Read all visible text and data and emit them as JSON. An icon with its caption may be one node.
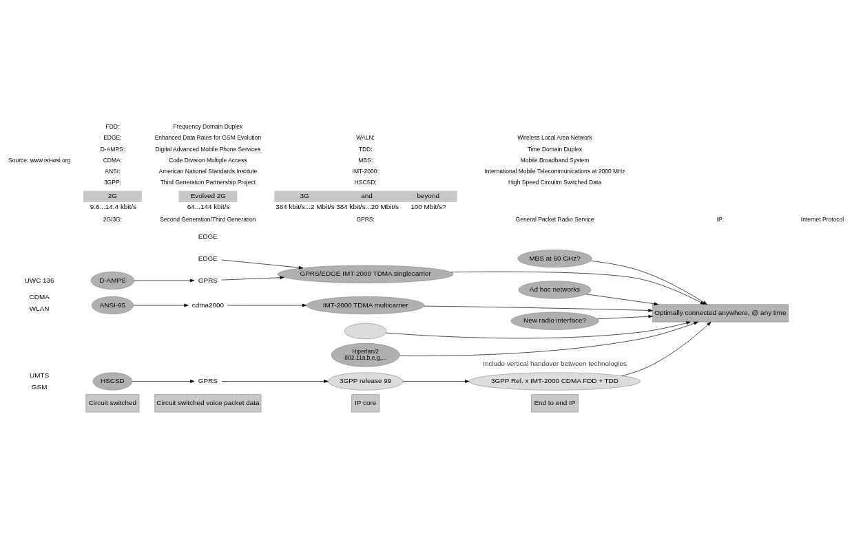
{
  "diagram": {
    "nodes": [
      {
        "text": [
          "Circuit switched"
        ]
      },
      {
        "text": [
          "Circuit switched voice packet data"
        ]
      },
      {
        "text": [
          "IP core"
        ]
      },
      {
        "text": [
          "End to end IP"
        ]
      },
      {
        "text": [
          "3GPP release 99"
        ]
      },
      {
        "text": [
          "3GPP Rel. x IMT-2000 CDMA FDD + TDD"
        ]
      },
      {
        "text": [
          "MBS at 60 GHz?"
        ]
      },
      {
        "text": [
          "HSCSD"
        ]
      },
      {
        "text": [
          "GPRS"
        ]
      },
      {
        "text": [
          "EDGE"
        ]
      },
      {
        "text": [
          "GPRS/EDGE IMT-2000 TDMA singlecarrier"
        ]
      },
      {
        "text": [
          "Optimally connected anywhere, @ any time"
        ]
      },
      {
        "text": [
          "D-AMPS"
        ]
      },
      {
        "text": [
          "GPRS"
        ]
      },
      {
        "text": [
          "EDGE"
        ]
      },
      {
        "text": [
          "Ad hoc networks"
        ]
      },
      {
        "text": [
          "ANSI-95"
        ]
      },
      {
        "text": [
          "cdma2000"
        ]
      },
      {
        "text": [
          "IMT-2000 TDMA multicarrier"
        ]
      },
      {
        "text": [
          "New radio interface?"
        ]
      },
      {
        "text": [],
        "shape": "ellipse"
      },
      {
        "text": [
          "Hiperlan/2",
          "802.11a,b,e,g,..."
        ]
      },
      {
        "text": [
          "2G"
        ],
        "beside": [
          "9.6...14.4 kbit/s"
        ]
      },
      {
        "text": [
          "Evolved 2G"
        ],
        "beside": [
          "64...144 kbit/s"
        ]
      },
      {
        "text": [
          "3G",
          "and",
          "beyond"
        ],
        "beside": [
          "384 kbit/s...2 Mbit/s",
          "384 kbit/s...20 Mbit/s",
          "100 Mbit/s?"
        ]
      }
    ],
    "edges": [
      {
        "from": 7,
        "to": 8,
        "arrow": "to"
      },
      {
        "from": 8,
        "to": 4,
        "arrow": "to"
      },
      {
        "from": 4,
        "to": 5,
        "arrow": "to"
      },
      {
        "from": 5,
        "to": 11,
        "arrow": "to"
      },
      {
        "from": 6,
        "to": 11,
        "arrow": "to"
      },
      {
        "from": 9,
        "to": 10,
        "arrow": "to"
      },
      {
        "from": 10,
        "to": 11,
        "arrow": "to"
      },
      {
        "from": 12,
        "to": 13,
        "arrow": "to"
      },
      {
        "from": 13,
        "to": 10,
        "arrow": "to"
      },
      {
        "from": 15,
        "to": 11,
        "arrow": "to"
      },
      {
        "from": 16,
        "to": 17,
        "arrow": "to"
      },
      {
        "from": 17,
        "to": 18,
        "arrow": "to"
      },
      {
        "from": 18,
        "to": 11,
        "arrow": "to"
      },
      {
        "from": 20,
        "to": 11,
        "arrow": "to"
      },
      {
        "from": 21,
        "to": 11,
        "arrow": "to"
      },
      {
        "from": 19,
        "to": 11,
        "arrow": "to"
      }
    ],
    "labels": [
      "UMTS",
      "GSM",
      "UWC 136",
      "CDMA",
      "WLAN",
      "Include vertical handover between technologies",
      "2G/3G:",
      "Second Generation/Third Generation",
      "3GPP:",
      "Third Generation Partnership Project",
      "ANSI:",
      "American National Standards Institute",
      "CDMA:",
      "Code Division Multiple Access",
      "D-AMPS:",
      "Digital Advanced Mobile Phone Services",
      "EDGE:",
      "Enhanced Data Rates for GSM Evolution",
      "FDD:",
      "Frequency Domain Duplex",
      "GPRS:",
      "General Packet Radio Service",
      "HSCSD:",
      "High Speed Circuitm Switched Data",
      "IMT-2000:",
      "International Mobile Telecommunications at 2000 MHz",
      "MBS:",
      "Mobile Broadband System",
      "TDD:",
      "Time Domain Duplex",
      "WALN:",
      "Wireless Local Area Network",
      "IP:",
      "Internet Protocol",
      "Source: www.ist-wsi.org"
    ]
  }
}
